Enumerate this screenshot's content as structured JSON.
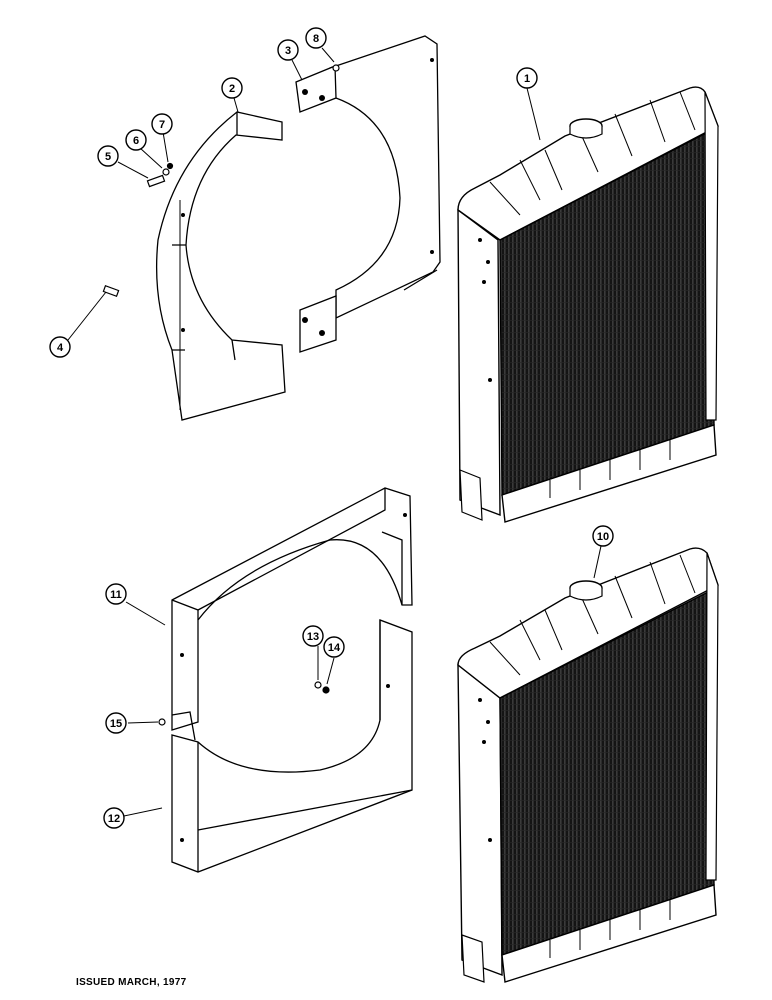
{
  "callouts": [
    {
      "id": "1",
      "label": "1"
    },
    {
      "id": "2",
      "label": "2"
    },
    {
      "id": "3",
      "label": "3"
    },
    {
      "id": "4",
      "label": "4"
    },
    {
      "id": "5",
      "label": "5"
    },
    {
      "id": "6",
      "label": "6"
    },
    {
      "id": "7",
      "label": "7"
    },
    {
      "id": "8",
      "label": "8"
    },
    {
      "id": "10",
      "label": "10"
    },
    {
      "id": "11",
      "label": "11"
    },
    {
      "id": "12",
      "label": "12"
    },
    {
      "id": "13",
      "label": "13"
    },
    {
      "id": "14",
      "label": "14"
    },
    {
      "id": "15",
      "label": "15"
    }
  ],
  "footer": {
    "issued": "ISSUED MARCH, 1977"
  }
}
